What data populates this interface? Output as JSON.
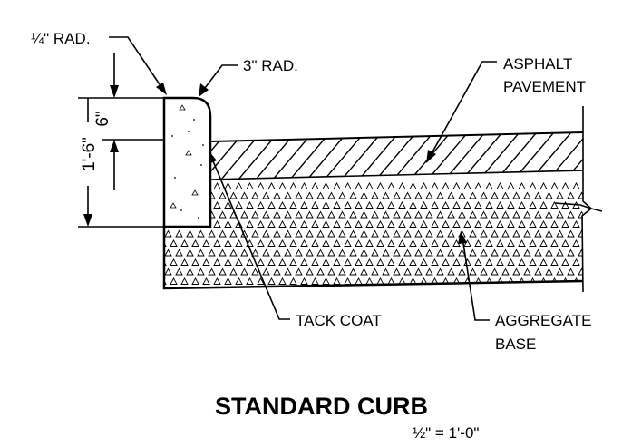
{
  "drawing": {
    "title": "STANDARD CURB",
    "scale": "½\" = 1'-0\"",
    "labels": {
      "quarter_rad": "¼\" RAD.",
      "three_rad": "3\" RAD.",
      "asphalt_line1": "ASPHALT",
      "asphalt_line2": "PAVEMENT",
      "tack_coat": "TACK COAT",
      "aggregate_line1": "AGGREGATE",
      "aggregate_line2": "BASE"
    },
    "dimensions": {
      "six_inch": "6\"",
      "one_six": "1'-6\""
    }
  }
}
